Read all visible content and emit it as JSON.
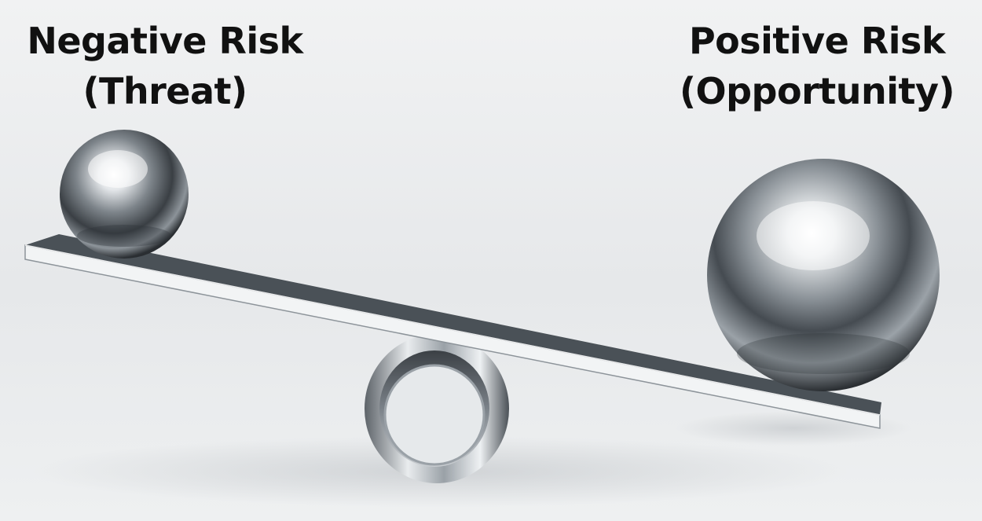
{
  "labels": {
    "negative": {
      "title": "Negative Risk",
      "subtitle": "(Threat)"
    },
    "positive": {
      "title": "Positive Risk",
      "subtitle": "(Opportunity)"
    }
  },
  "scene": {
    "description_items": [
      "small-steel-ball",
      "large-steel-ball",
      "seesaw-plank",
      "ring-fulcrum"
    ],
    "colors": {
      "background": "#eceeef",
      "steel_light": "#f4f6f8",
      "steel_dark": "#2b2f33",
      "plank_top": "#4a5157",
      "plank_front": "#f2f4f5"
    }
  }
}
